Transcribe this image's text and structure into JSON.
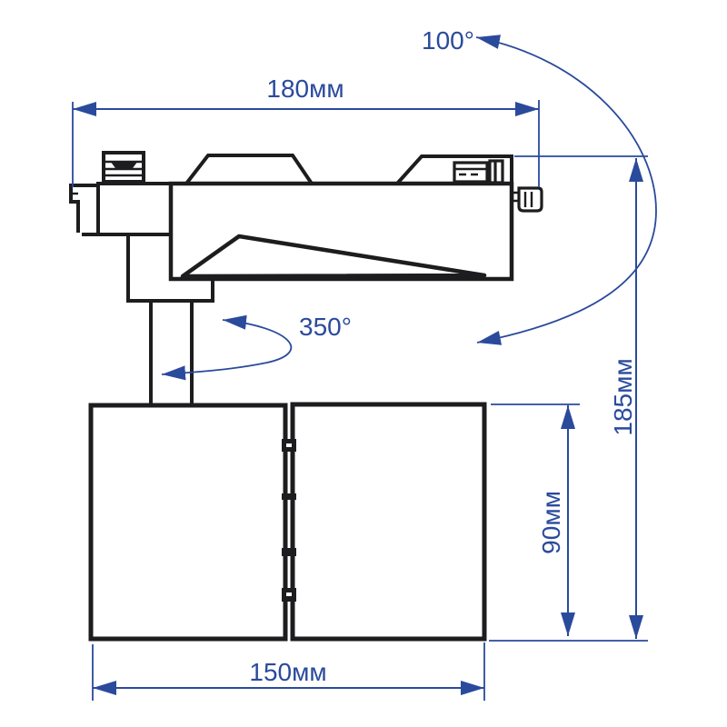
{
  "colors": {
    "accent_blue": "#2a4a9c",
    "line_black": "#1d1d1f",
    "background": "#ffffff"
  },
  "diagram": {
    "type": "technical-dimension-drawing",
    "dimensions": {
      "track_adapter_width": {
        "value": 180,
        "unit": "мм",
        "label": "180мм"
      },
      "tilt_angle": {
        "value": 100,
        "unit": "°",
        "label": "100°"
      },
      "rotation_angle": {
        "value": 350,
        "unit": "°",
        "label": "350°"
      },
      "overall_height": {
        "value": 185,
        "unit": "мм",
        "label": "185мм"
      },
      "lamp_body_height": {
        "value": 90,
        "unit": "мм",
        "label": "90мм"
      },
      "lamp_body_width": {
        "value": 150,
        "unit": "мм",
        "label": "150мм"
      }
    }
  }
}
